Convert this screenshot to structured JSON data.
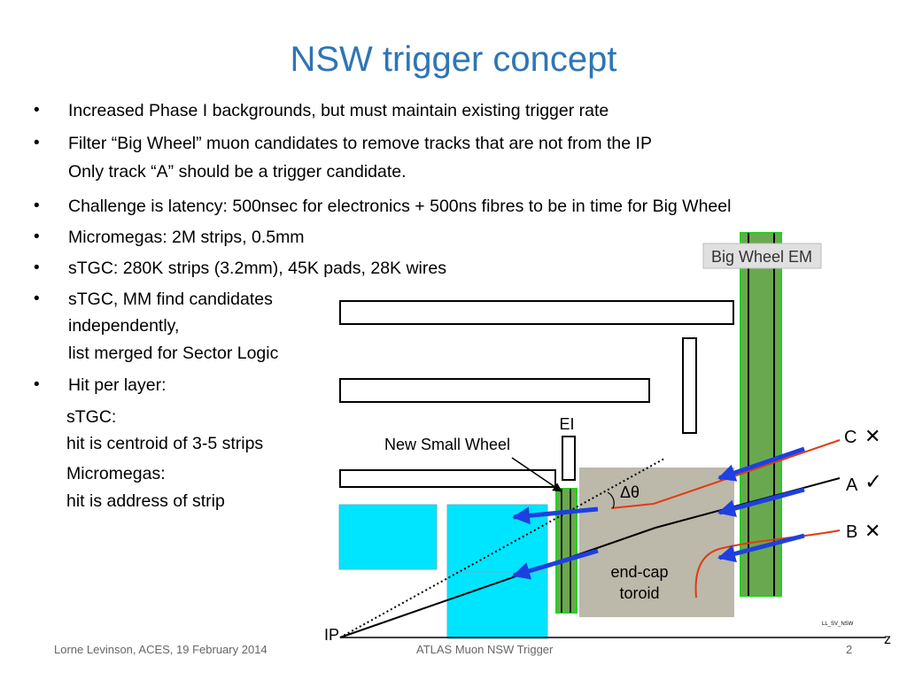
{
  "slide": {
    "title": "NSW trigger concept",
    "bullets": [
      {
        "lines": [
          "Increased Phase I backgrounds, but must maintain existing trigger rate"
        ]
      },
      {
        "lines": [
          "Filter “Big Wheel” muon candidates to remove tracks that are not from the IP",
          "Only track “A” should be a trigger candidate."
        ]
      },
      {
        "lines": [
          "Challenge is latency: 500nsec for electronics + 500ns fibres to be in time for Big Wheel"
        ]
      },
      {
        "lines": [
          "Micromegas:  2M strips, 0.5mm"
        ]
      },
      {
        "lines": [
          "sTGC:  280K strips (3.2mm), 45K pads, 28K wires"
        ]
      },
      {
        "lines": [
          "sTGC, MM find candidates",
          "independently,",
          "list merged for Sector Logic"
        ]
      },
      {
        "lines": [
          "Hit per layer:"
        ]
      }
    ],
    "sub_items": [
      {
        "lines": [
          "sTGC:",
          "hit is centroid of 3-5 strips"
        ]
      },
      {
        "lines": [
          "Micromegas:",
          "hit is address of strip"
        ]
      }
    ],
    "bullet_char": "•"
  },
  "diagram": {
    "big_wheel_label": "Big Wheel EM",
    "ei_label": "EI",
    "nsw_label": "New Small Wheel",
    "delta_theta": "Δθ",
    "toroid_label_1": "end-cap",
    "toroid_label_2": "toroid",
    "ip_label": "IP",
    "z_label": "z",
    "track_c": "C",
    "track_a": "A",
    "track_b": "B",
    "mark_c": "✕",
    "mark_a": "✓",
    "mark_b": "✕",
    "tag": "LL_SV_NSW",
    "colors": {
      "wheel_fill": "#6aa84f",
      "wheel_border": "#21d121",
      "cyan": "#00e5ff",
      "toroid": "#bcb8aa",
      "arrow": "#1f3fe0",
      "track_red": "#e03c10"
    }
  },
  "footer": {
    "left": "Lorne Levinson, ACES, 19 February 2014",
    "center": "ATLAS Muon NSW Trigger",
    "page": "2"
  }
}
